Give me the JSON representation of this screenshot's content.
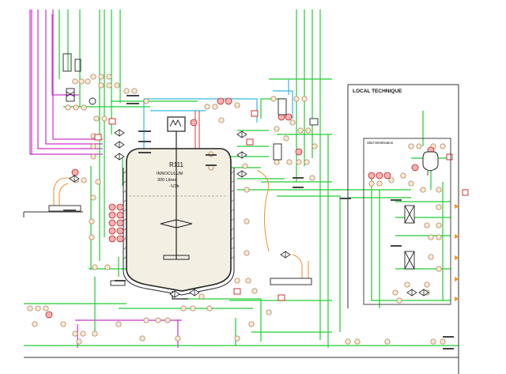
{
  "vessel": {
    "tag": "R111",
    "name": "INNOCULUM",
    "capacity": "300 Litres",
    "pressure": "-1/3b"
  },
  "local_room": {
    "title": "LOCAL TECHNIQUE"
  },
  "skid": {
    "title": "Skid Stérilisation"
  },
  "colors": {
    "steam_line": "#22cc33",
    "gas_line": "#cc33cc",
    "water_line": "#33bbdd",
    "drain_line": "#ee9933",
    "instrument_line": "#d84a4a",
    "frame": "#333333",
    "vessel_fill": "#f4efe3"
  }
}
